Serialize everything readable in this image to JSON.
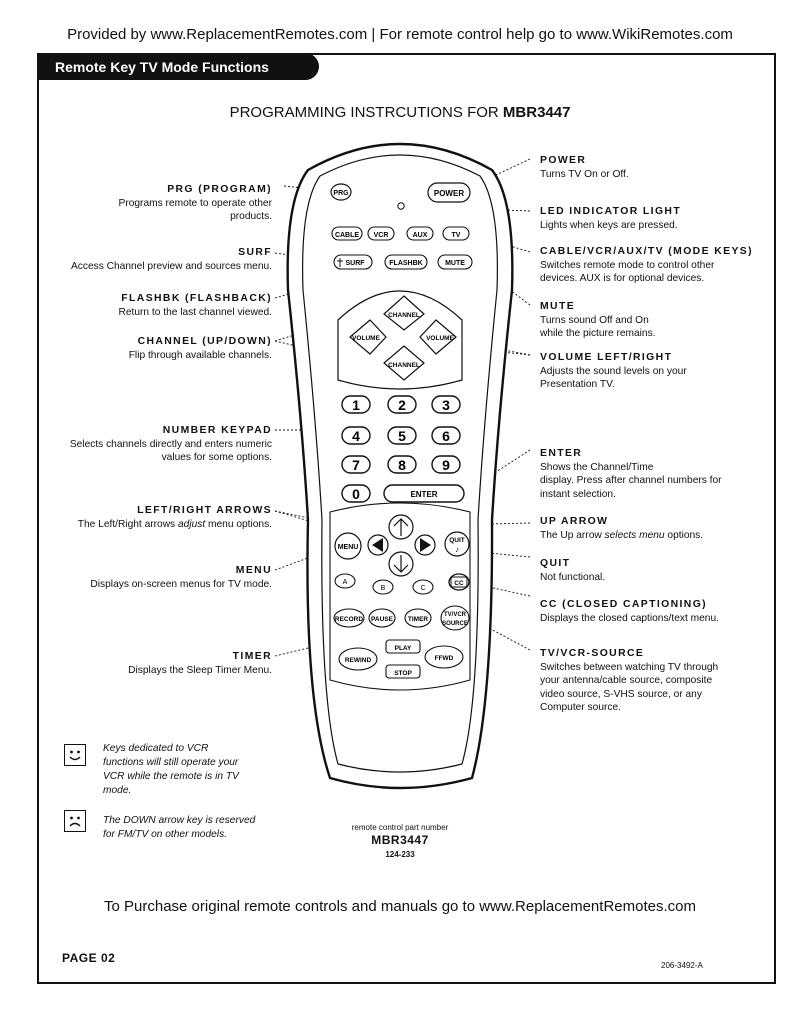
{
  "header": {
    "banner": "Provided by www.ReplacementRemotes.com | For remote control help go to www.WikiRemotes.com",
    "section_tab": "Remote Key TV Mode Functions",
    "title_prefix": "PROGRAMMING INSTRCUTIONS FOR ",
    "title_model": "MBR3447"
  },
  "left_labels": [
    {
      "heading": "PRG (PROGRAM)",
      "lines": [
        "Programs remote to operate other",
        "products."
      ]
    },
    {
      "heading": "SURF",
      "lines": [
        "Access Channel preview and sources menu."
      ]
    },
    {
      "heading": "FLASHBK (FLASHBACK)",
      "lines": [
        "Return to the last channel viewed."
      ]
    },
    {
      "heading": "CHANNEL (UP/DOWN)",
      "lines": [
        "Flip through available channels."
      ]
    },
    {
      "heading": "NUMBER KEYPAD",
      "lines": [
        "Selects channels directly and enters numeric",
        "values for some options."
      ]
    },
    {
      "heading": "LEFT/RIGHT ARROWS",
      "lines_pre": "The Left/Right arrows ",
      "lines_em": "adjust",
      "lines_post": " menu options."
    },
    {
      "heading": "MENU",
      "lines": [
        "Displays on-screen menus for TV mode."
      ]
    },
    {
      "heading": "TIMER",
      "lines": [
        "Displays the Sleep Timer Menu."
      ]
    }
  ],
  "right_labels": [
    {
      "heading": "POWER",
      "lines": [
        "Turns TV On or Off."
      ]
    },
    {
      "heading": "LED INDICATOR LIGHT",
      "lines": [
        "Lights when keys are pressed."
      ]
    },
    {
      "heading": "CABLE/VCR/AUX/TV (MODE KEYS)",
      "lines": [
        "Switches remote mode to control other",
        "devices. AUX is for optional devices."
      ]
    },
    {
      "heading": "MUTE",
      "lines": [
        "Turns sound Off and On",
        "while the picture remains."
      ]
    },
    {
      "heading": "VOLUME LEFT/RIGHT",
      "lines": [
        "Adjusts the sound levels on your",
        "Presentation TV."
      ]
    },
    {
      "heading": "ENTER",
      "lines": [
        "Shows the Channel/Time",
        "display. Press after channel numbers for",
        "instant selection."
      ]
    },
    {
      "heading": "UP ARROW",
      "lines_pre": "The Up arrow ",
      "lines_em": "selects menu",
      "lines_post": " options."
    },
    {
      "heading": "QUIT",
      "lines": [
        "Not functional."
      ]
    },
    {
      "heading": "CC (CLOSED CAPTIONING)",
      "lines": [
        "Displays the closed captions/text menu."
      ]
    },
    {
      "heading": "TV/VCR-SOURCE",
      "lines": [
        "Switches between watching TV through",
        "your antenna/cable source, composite",
        "video source, S-VHS source, or any",
        "Computer source."
      ]
    }
  ],
  "notes": [
    {
      "icon": "happy-face-icon",
      "lines": [
        "Keys dedicated to VCR",
        "functions will still operate your",
        "VCR while the remote is in TV",
        "mode."
      ]
    },
    {
      "icon": "sad-face-icon",
      "lines": [
        "The DOWN arrow key is reserved",
        "for FM/TV on other models."
      ]
    }
  ],
  "remote": {
    "prg": "PRG",
    "power": "POWER",
    "modes": [
      "CABLE",
      "VCR",
      "AUX",
      "TV"
    ],
    "surf": "SURF",
    "flashbk": "FLASHBK",
    "mute": "MUTE",
    "channel_up": "CHANNEL",
    "channel_down": "CHANNEL",
    "volume_left": "VOLUME",
    "volume_right": "VOLUME",
    "keypad": [
      "1",
      "2",
      "3",
      "4",
      "5",
      "6",
      "7",
      "8",
      "9",
      "0"
    ],
    "enter": "ENTER",
    "menu": "MENU",
    "quit": "QUIT",
    "abc": [
      "A",
      "B",
      "C"
    ],
    "cc": "CC",
    "record": "RECORD",
    "pause": "PAUSE",
    "timer": "TIMER",
    "tvvcr_line1": "TV/VCR",
    "tvvcr_line2": "SOURCE",
    "play": "PLAY",
    "rewind": "REWIND",
    "ffwd": "FFWD",
    "stop": "STOP"
  },
  "part_number": {
    "caption": "remote control part number",
    "model": "MBR3447",
    "code": "124-233"
  },
  "footer": {
    "purchase": "To Purchase original remote controls and manuals go to www.ReplacementRemotes.com",
    "page": "PAGE  02",
    "doc_code": "206-3492-A"
  }
}
